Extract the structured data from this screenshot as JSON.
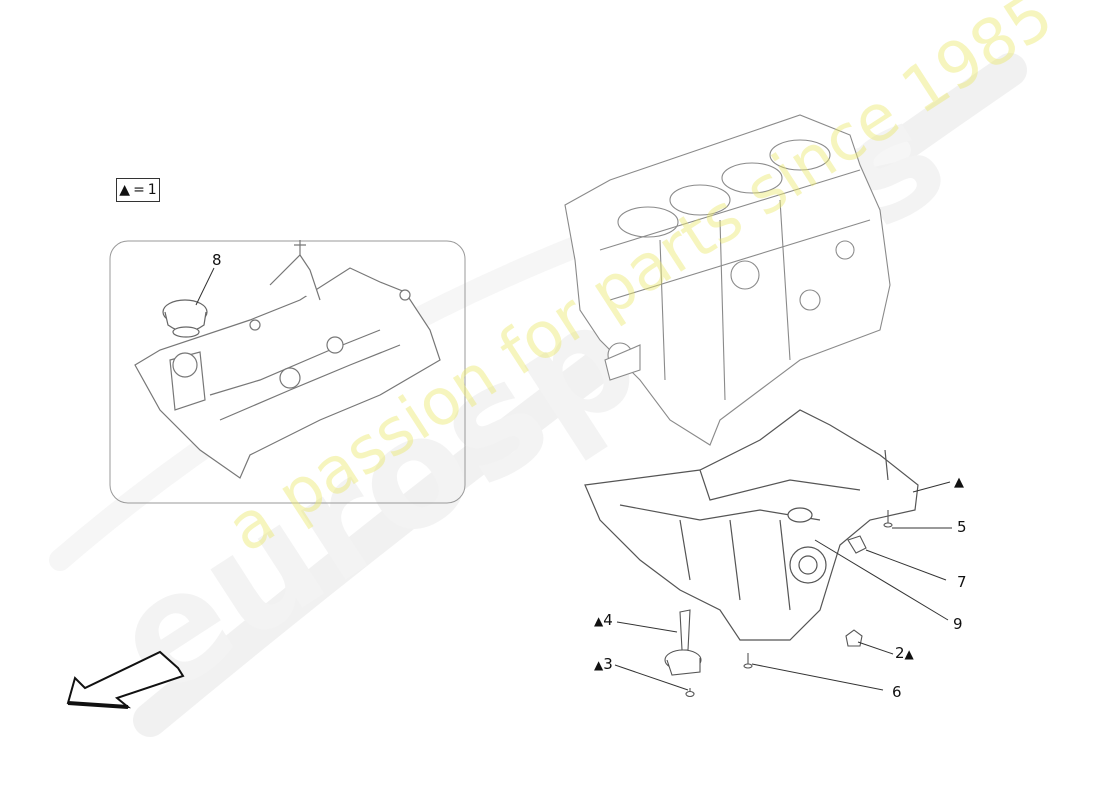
{
  "legend": {
    "symbol": "▲",
    "equals": "=",
    "value": "1"
  },
  "callouts": {
    "c8": "8",
    "c_tri": "▲",
    "c5": "5",
    "c7": "7",
    "c9": "9",
    "c2": "2",
    "c2_sym": "▲",
    "c6": "6",
    "c4": "4",
    "c4_sym": "▲",
    "c3": "3",
    "c3_sym": "▲"
  },
  "watermark": {
    "brand": "eurospares",
    "tagline": "a passion for parts since 1985"
  },
  "colors": {
    "line": "#7a7a7a",
    "ink": "#111111",
    "watermark_grey": "#e9e9e9",
    "watermark_yellow": "#ece86e"
  },
  "icons": [
    "direction-arrow-icon",
    "triangle-icon"
  ]
}
